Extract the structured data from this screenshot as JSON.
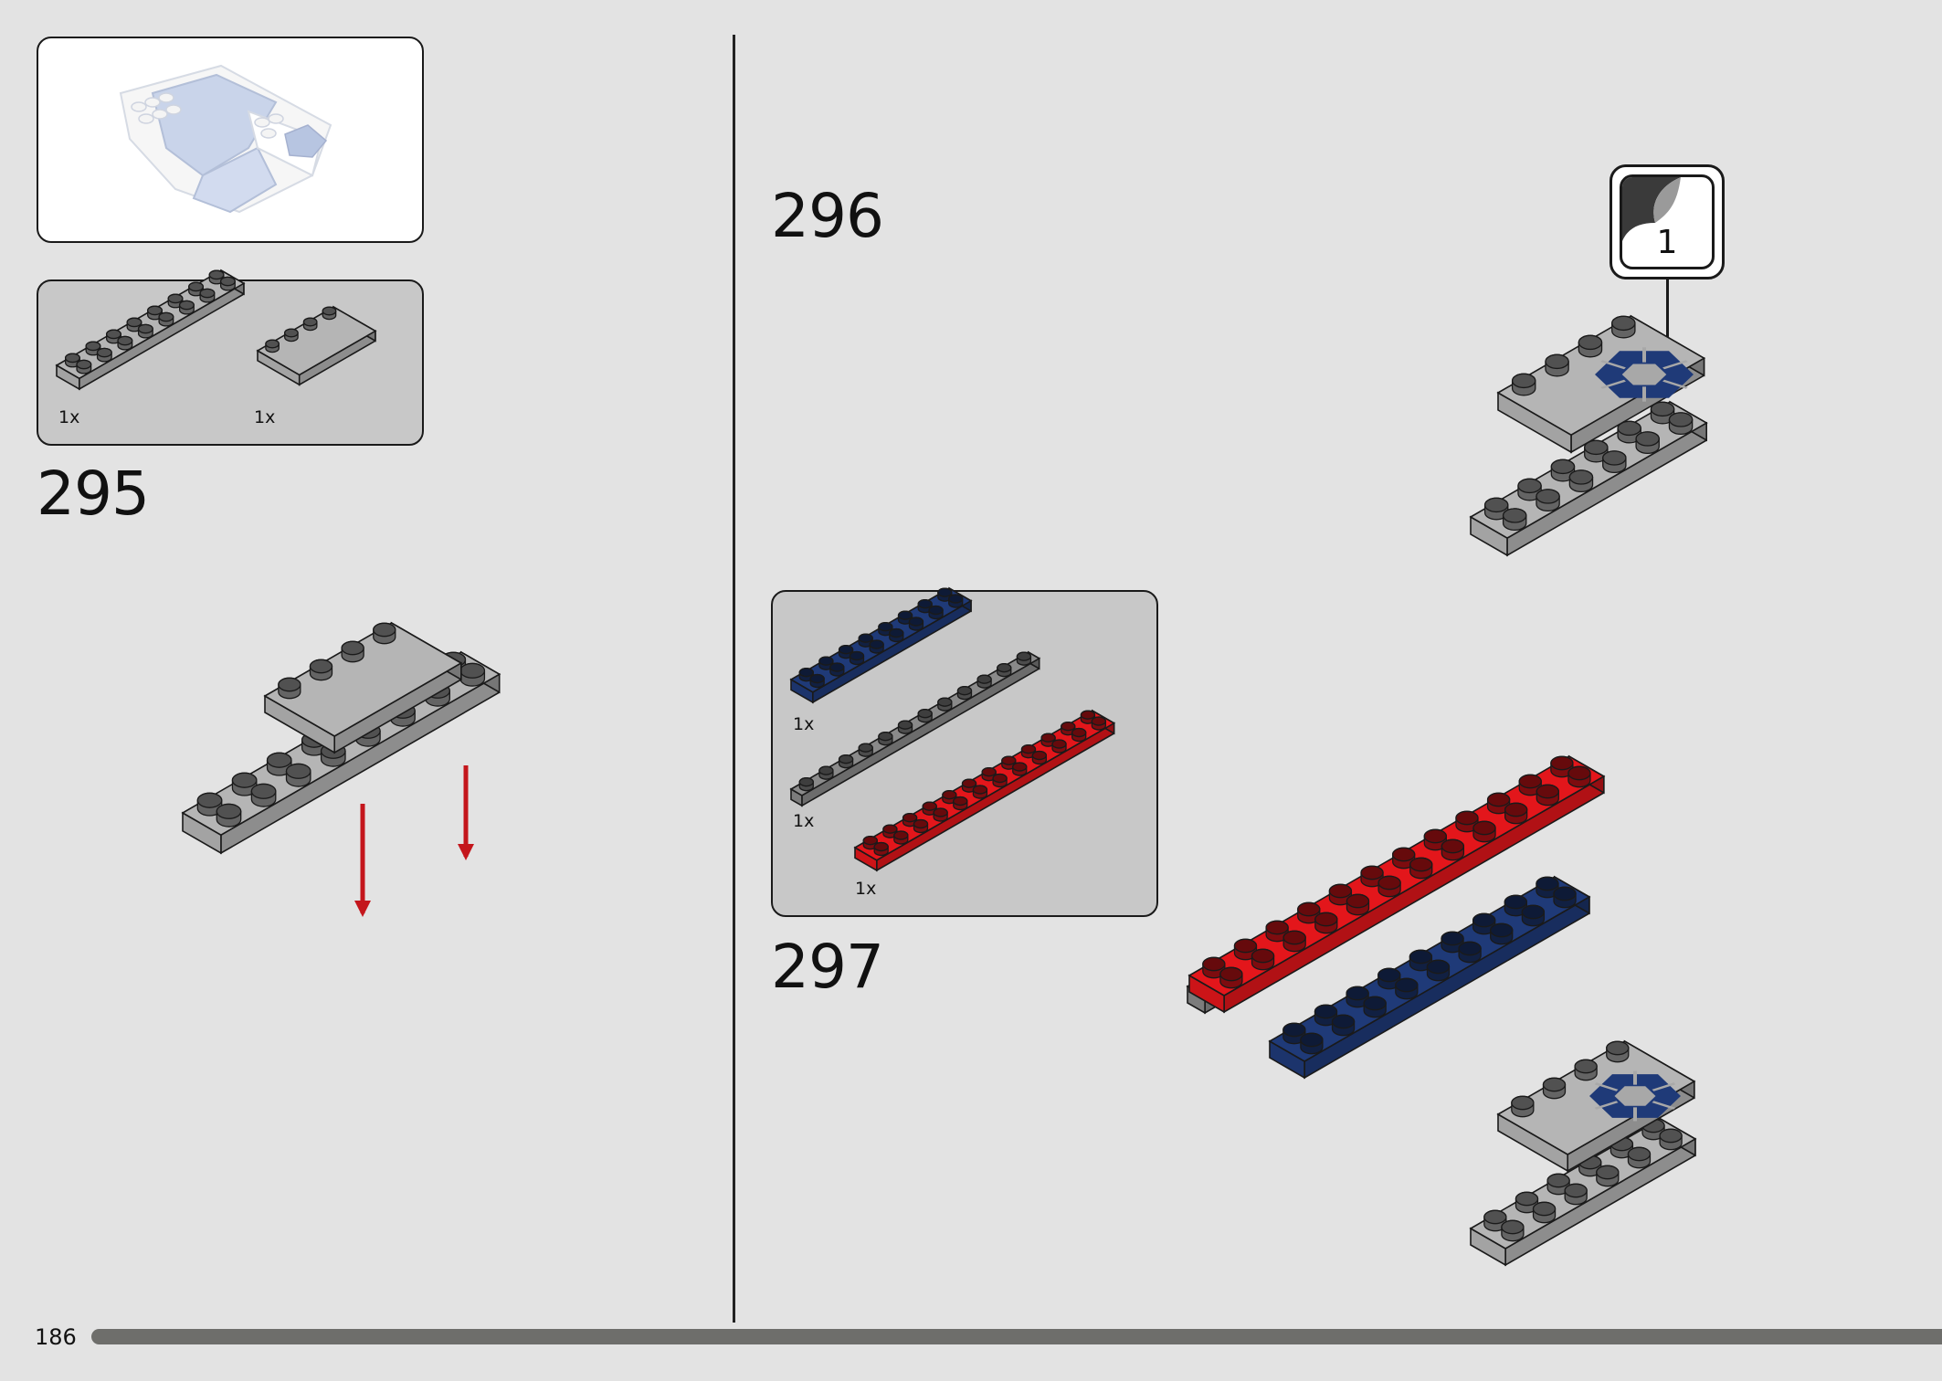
{
  "page": {
    "page_number": "186",
    "progress_fraction": 1.0,
    "colors": {
      "background": "#e3e3e3",
      "light_grey_brick": "#b5b5b5",
      "dark_grey_brick": "#8a8a8a",
      "red_brick": "#e3161b",
      "blue_brick": "#1f3a78",
      "arrow": "#c4161c"
    }
  },
  "left_page": {
    "previous_model_preview": {
      "icon": "partial-model-preview"
    },
    "parts_list": {
      "items": [
        {
          "part": "plate-2x8-light-grey",
          "qty": "1x"
        },
        {
          "part": "tile-4x4-light-grey-studs-one-edge",
          "qty": "1x"
        }
      ]
    },
    "steps": [
      {
        "number": "295",
        "icon": "attach-tile-to-plate-with-arrows"
      }
    ]
  },
  "right_page": {
    "steps": [
      {
        "number": "296",
        "sticker": {
          "label": "1",
          "icon": "sticker-callout-icon"
        },
        "icon": "blue-emblem-sticker-applied"
      },
      {
        "number": "297",
        "parts_list": {
          "items": [
            {
              "part": "plate-2x8-dark-blue",
              "qty": "1x"
            },
            {
              "part": "plate-1x12-dark-grey",
              "qty": "1x"
            },
            {
              "part": "plate-2x12-red",
              "qty": "1x"
            }
          ]
        },
        "icon": "red-blue-grey-plates-assembly"
      }
    ]
  }
}
